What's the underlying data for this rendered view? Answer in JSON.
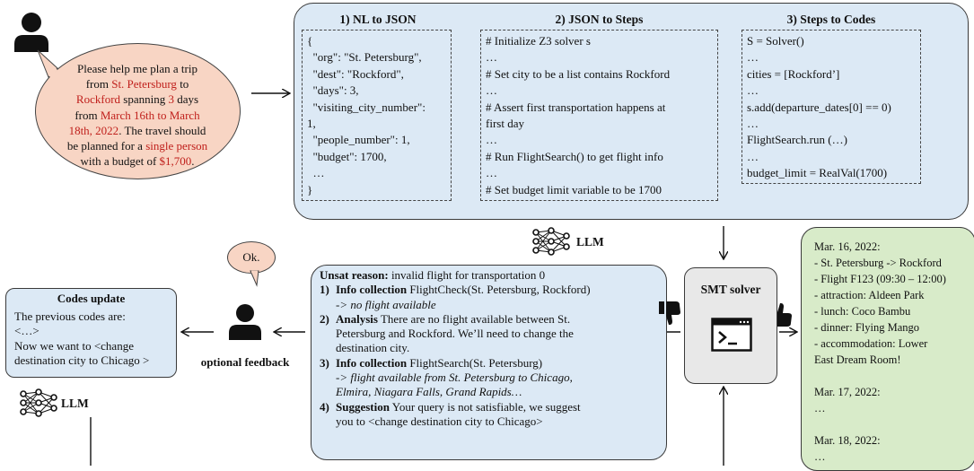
{
  "user_request": {
    "lines": [
      [
        {
          "t": "Please help me plan a trip",
          "c": "plain"
        }
      ],
      [
        {
          "t": "from ",
          "c": "plain"
        },
        {
          "t": "St. Petersburg",
          "c": "red"
        },
        {
          "t": " to",
          "c": "plain"
        }
      ],
      [
        {
          "t": "Rockford",
          "c": "red"
        },
        {
          "t": " spanning ",
          "c": "plain"
        },
        {
          "t": "3",
          "c": "red"
        },
        {
          "t": " days",
          "c": "plain"
        }
      ],
      [
        {
          "t": "from ",
          "c": "plain"
        },
        {
          "t": "March 16th to March",
          "c": "red"
        }
      ],
      [
        {
          "t": "18th, 2022",
          "c": "red"
        },
        {
          "t": ". The travel should",
          "c": "plain"
        }
      ],
      [
        {
          "t": "be planned for a ",
          "c": "plain"
        },
        {
          "t": "single person",
          "c": "red"
        }
      ],
      [
        {
          "t": "with a budget of ",
          "c": "plain"
        },
        {
          "t": "$1,700",
          "c": "red"
        },
        {
          "t": ".",
          "c": "plain"
        }
      ]
    ]
  },
  "nl_to_json": {
    "title": "1) NL to JSON",
    "lines": [
      "{",
      "  \"org\": \"St. Petersburg\",",
      "  \"dest\": \"Rockford\",",
      "  \"days\": 3,",
      "  \"visiting_city_number\":",
      "1,",
      "  \"people_number\": 1,",
      "  \"budget\": 1700,",
      "  …",
      "}"
    ]
  },
  "json_to_steps": {
    "title": "2) JSON to Steps",
    "lines": [
      "# Initialize Z3 solver s",
      "…",
      "# Set city to be a list contains Rockford",
      "…",
      "# Assert first transportation happens at",
      "first day",
      "…",
      "# Run FlightSearch() to get flight info",
      "…",
      "# Set budget limit variable to be 1700"
    ]
  },
  "steps_to_codes": {
    "title": "3) Steps to Codes",
    "lines": [
      "S = Solver()",
      "…",
      "cities = [Rockford’]",
      "…",
      "s.add(departure_dates[0] == 0)",
      "…",
      "FlightSearch.run (…)",
      "…",
      "budget_limit = RealVal(1700)"
    ]
  },
  "llm_label": "LLM",
  "smt_solver": {
    "title": "SMT solver"
  },
  "result": {
    "lines": [
      "Mar. 16, 2022:",
      "- St. Petersburg -> Rockford",
      "- Flight F123 (09:30 – 12:00)",
      "- attraction: Aldeen Park",
      "- lunch: Coco Bambu",
      "- dinner: Flying Mango",
      "- accommodation: Lower",
      "East Dream Room!",
      "",
      "Mar. 17, 2022:",
      "…",
      "",
      "Mar. 18, 2022:",
      "…"
    ]
  },
  "analysis": {
    "unsat_label": "Unsat reason:",
    "unsat_text": " invalid flight for transportation 0",
    "steps": [
      {
        "num": "1)",
        "label": "Info collection",
        "text": " FlightCheck(St. Petersburg, Rockford)",
        "sub": [
          "-> no flight available"
        ],
        "sub_italic": true
      },
      {
        "num": "2)",
        "label": "Analysis",
        "text": " There are no flight available between St.",
        "sub": [
          "Petersburg and Rockford. We’ll need to change the",
          "destination city."
        ],
        "sub_italic": false
      },
      {
        "num": "3)",
        "label": "Info collection",
        "text": " FlightSearch(St. Petersburg)",
        "sub": [
          "-> flight available from St. Petersburg to Chicago,",
          "Elmira, Niagara Falls, Grand Rapids…"
        ],
        "sub_italic": true
      },
      {
        "num": "4)",
        "label": "Suggestion",
        "text": " Your query is not satisfiable, we suggest",
        "sub": [
          "you to <change destination city to Chicago>"
        ],
        "sub_italic": false
      }
    ]
  },
  "feedback": {
    "bubble": "Ok.",
    "label": "optional feedback"
  },
  "codes_update": {
    "title": "Codes update",
    "lines": [
      "The previous codes are:",
      "<…>",
      "Now we want to <change",
      "destination city to Chicago >"
    ]
  }
}
